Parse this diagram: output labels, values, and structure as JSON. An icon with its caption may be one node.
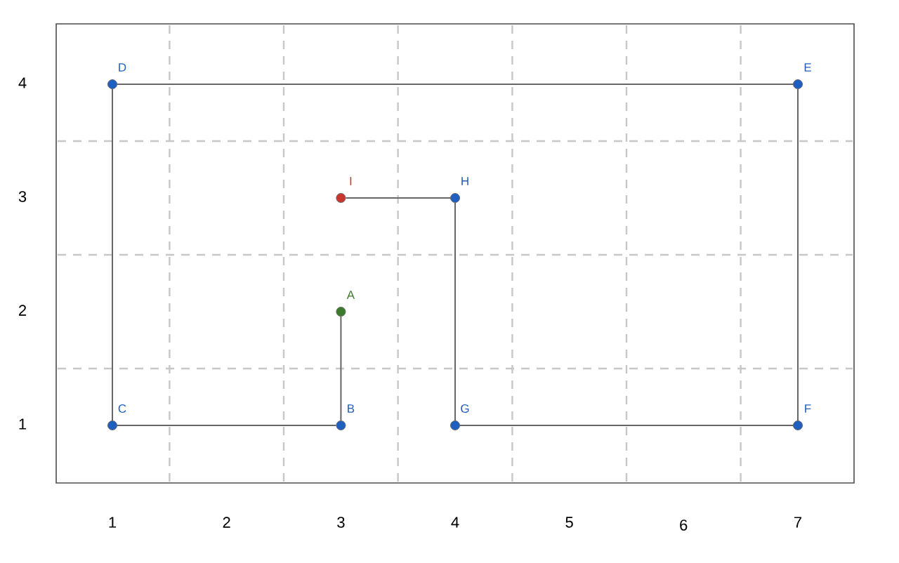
{
  "diagram": {
    "nodes": [
      {
        "text": [],
        "shape": "circle",
        "beside": [
          "A"
        ]
      },
      {
        "text": [],
        "shape": "circle",
        "beside": [
          "B"
        ]
      },
      {
        "text": [],
        "shape": "circle",
        "beside": [
          "C"
        ]
      },
      {
        "text": [],
        "shape": "circle",
        "beside": [
          "D"
        ]
      },
      {
        "text": [],
        "shape": "circle",
        "beside": [
          "E"
        ]
      },
      {
        "text": [],
        "shape": "circle",
        "beside": [
          "F"
        ]
      },
      {
        "text": [],
        "shape": "circle",
        "beside": [
          "G"
        ]
      },
      {
        "text": [],
        "shape": "circle",
        "beside": [
          "H"
        ]
      },
      {
        "text": [],
        "shape": "circle",
        "beside": [
          "I"
        ]
      }
    ],
    "edges": [
      {
        "from": 0,
        "to": 1,
        "arrow": "none"
      },
      {
        "from": 1,
        "to": 2,
        "arrow": "none"
      },
      {
        "from": 2,
        "to": 3,
        "arrow": "none"
      },
      {
        "from": 3,
        "to": 4,
        "arrow": "none"
      },
      {
        "from": 4,
        "to": 5,
        "arrow": "none"
      },
      {
        "from": 5,
        "to": 6,
        "arrow": "none"
      },
      {
        "from": 6,
        "to": 7,
        "arrow": "none"
      },
      {
        "from": 7,
        "to": 8,
        "arrow": "none"
      }
    ],
    "labels": [
      "4",
      "3",
      "2",
      "1",
      "1",
      "2",
      "3",
      "4",
      "5",
      "6",
      "7"
    ]
  }
}
